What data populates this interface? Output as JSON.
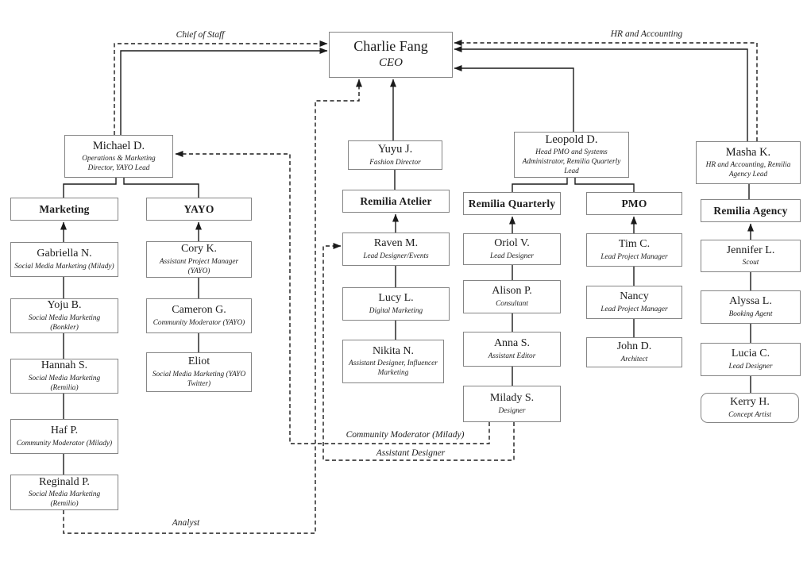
{
  "org": {
    "ceo": {
      "name": "Charlie Fang",
      "title": "CEO"
    },
    "branches": [
      {
        "director": {
          "name": "Michael D.",
          "title": "Operations & Marketing Director, YAYO Lead"
        },
        "departments": [
          {
            "label": "Marketing",
            "members": [
              {
                "name": "Gabriella N.",
                "title": "Social Media Marketing (Milady)"
              },
              {
                "name": "Yoju B.",
                "title": "Social Media Marketing (Bonkler)"
              },
              {
                "name": "Hannah S.",
                "title": "Social Media Marketing (Remilia)"
              },
              {
                "name": "Haf P.",
                "title": "Community Moderator (Milady)"
              },
              {
                "name": "Reginald P.",
                "title": "Social Media Marketing (Remilio)"
              }
            ]
          },
          {
            "label": "YAYO",
            "members": [
              {
                "name": "Cory K.",
                "title": "Assistant Project Manager (YAYO)"
              },
              {
                "name": "Cameron G.",
                "title": "Community Moderator (YAYO)"
              },
              {
                "name": "Eliot",
                "title": "Social Media Marketing (YAYO Twitter)"
              }
            ]
          }
        ]
      },
      {
        "director": {
          "name": "Yuyu J.",
          "title": "Fashion Director"
        },
        "departments": [
          {
            "label": "Remilia Atelier",
            "members": [
              {
                "name": "Raven M.",
                "title": "Lead Designer/Events"
              },
              {
                "name": "Lucy L.",
                "title": "Digital Marketing"
              },
              {
                "name": "Nikita N.",
                "title": "Assistant Designer, Influencer Marketing"
              }
            ]
          }
        ]
      },
      {
        "director": {
          "name": "Leopold D.",
          "title": "Head PMO and Systems Administrator, Remilia Quarterly Lead"
        },
        "departments": [
          {
            "label": "Remilia Quarterly",
            "members": [
              {
                "name": "Oriol V.",
                "title": "Lead Designer"
              },
              {
                "name": "Alison P.",
                "title": "Consultant"
              },
              {
                "name": "Anna S.",
                "title": "Assistant Editor"
              },
              {
                "name": "Milady S.",
                "title": "Designer"
              }
            ]
          },
          {
            "label": "PMO",
            "members": [
              {
                "name": "Tim C.",
                "title": "Lead Project Manager"
              },
              {
                "name": "Nancy",
                "title": "Lead Project Manager"
              },
              {
                "name": "John D.",
                "title": "Architect"
              }
            ]
          }
        ]
      },
      {
        "director": {
          "name": "Masha K.",
          "title": "HR and Accounting, Remilia Agency Lead"
        },
        "departments": [
          {
            "label": "Remilia Agency",
            "members": [
              {
                "name": "Jennifer L.",
                "title": "Scout"
              },
              {
                "name": "Alyssa L.",
                "title": "Booking Agent"
              },
              {
                "name": "Lucia C.",
                "title": "Lead Designer"
              },
              {
                "name": "Kerry H.",
                "title": "Concept Artist"
              }
            ]
          }
        ]
      }
    ],
    "cross_links": [
      {
        "label": "Chief of Staff",
        "from": "Michael D.",
        "to": "Charlie Fang",
        "style": "dashed"
      },
      {
        "label": "HR and Accounting",
        "from": "Masha K.",
        "to": "Charlie Fang",
        "style": "dashed"
      },
      {
        "label": "Analyst",
        "from": "Reginald P.",
        "to": "Charlie Fang",
        "style": "dashed"
      },
      {
        "label": "Community Moderator (Milady)",
        "from": "Milady S.",
        "to": "Michael D.",
        "style": "dashed"
      },
      {
        "label": "Assistant Designer",
        "from": "Milady S.",
        "to": "Raven M.",
        "style": "dashed"
      }
    ]
  },
  "colors": {
    "line": "#1b1b1b",
    "box_border": "#858585",
    "background": "#ffffff"
  }
}
